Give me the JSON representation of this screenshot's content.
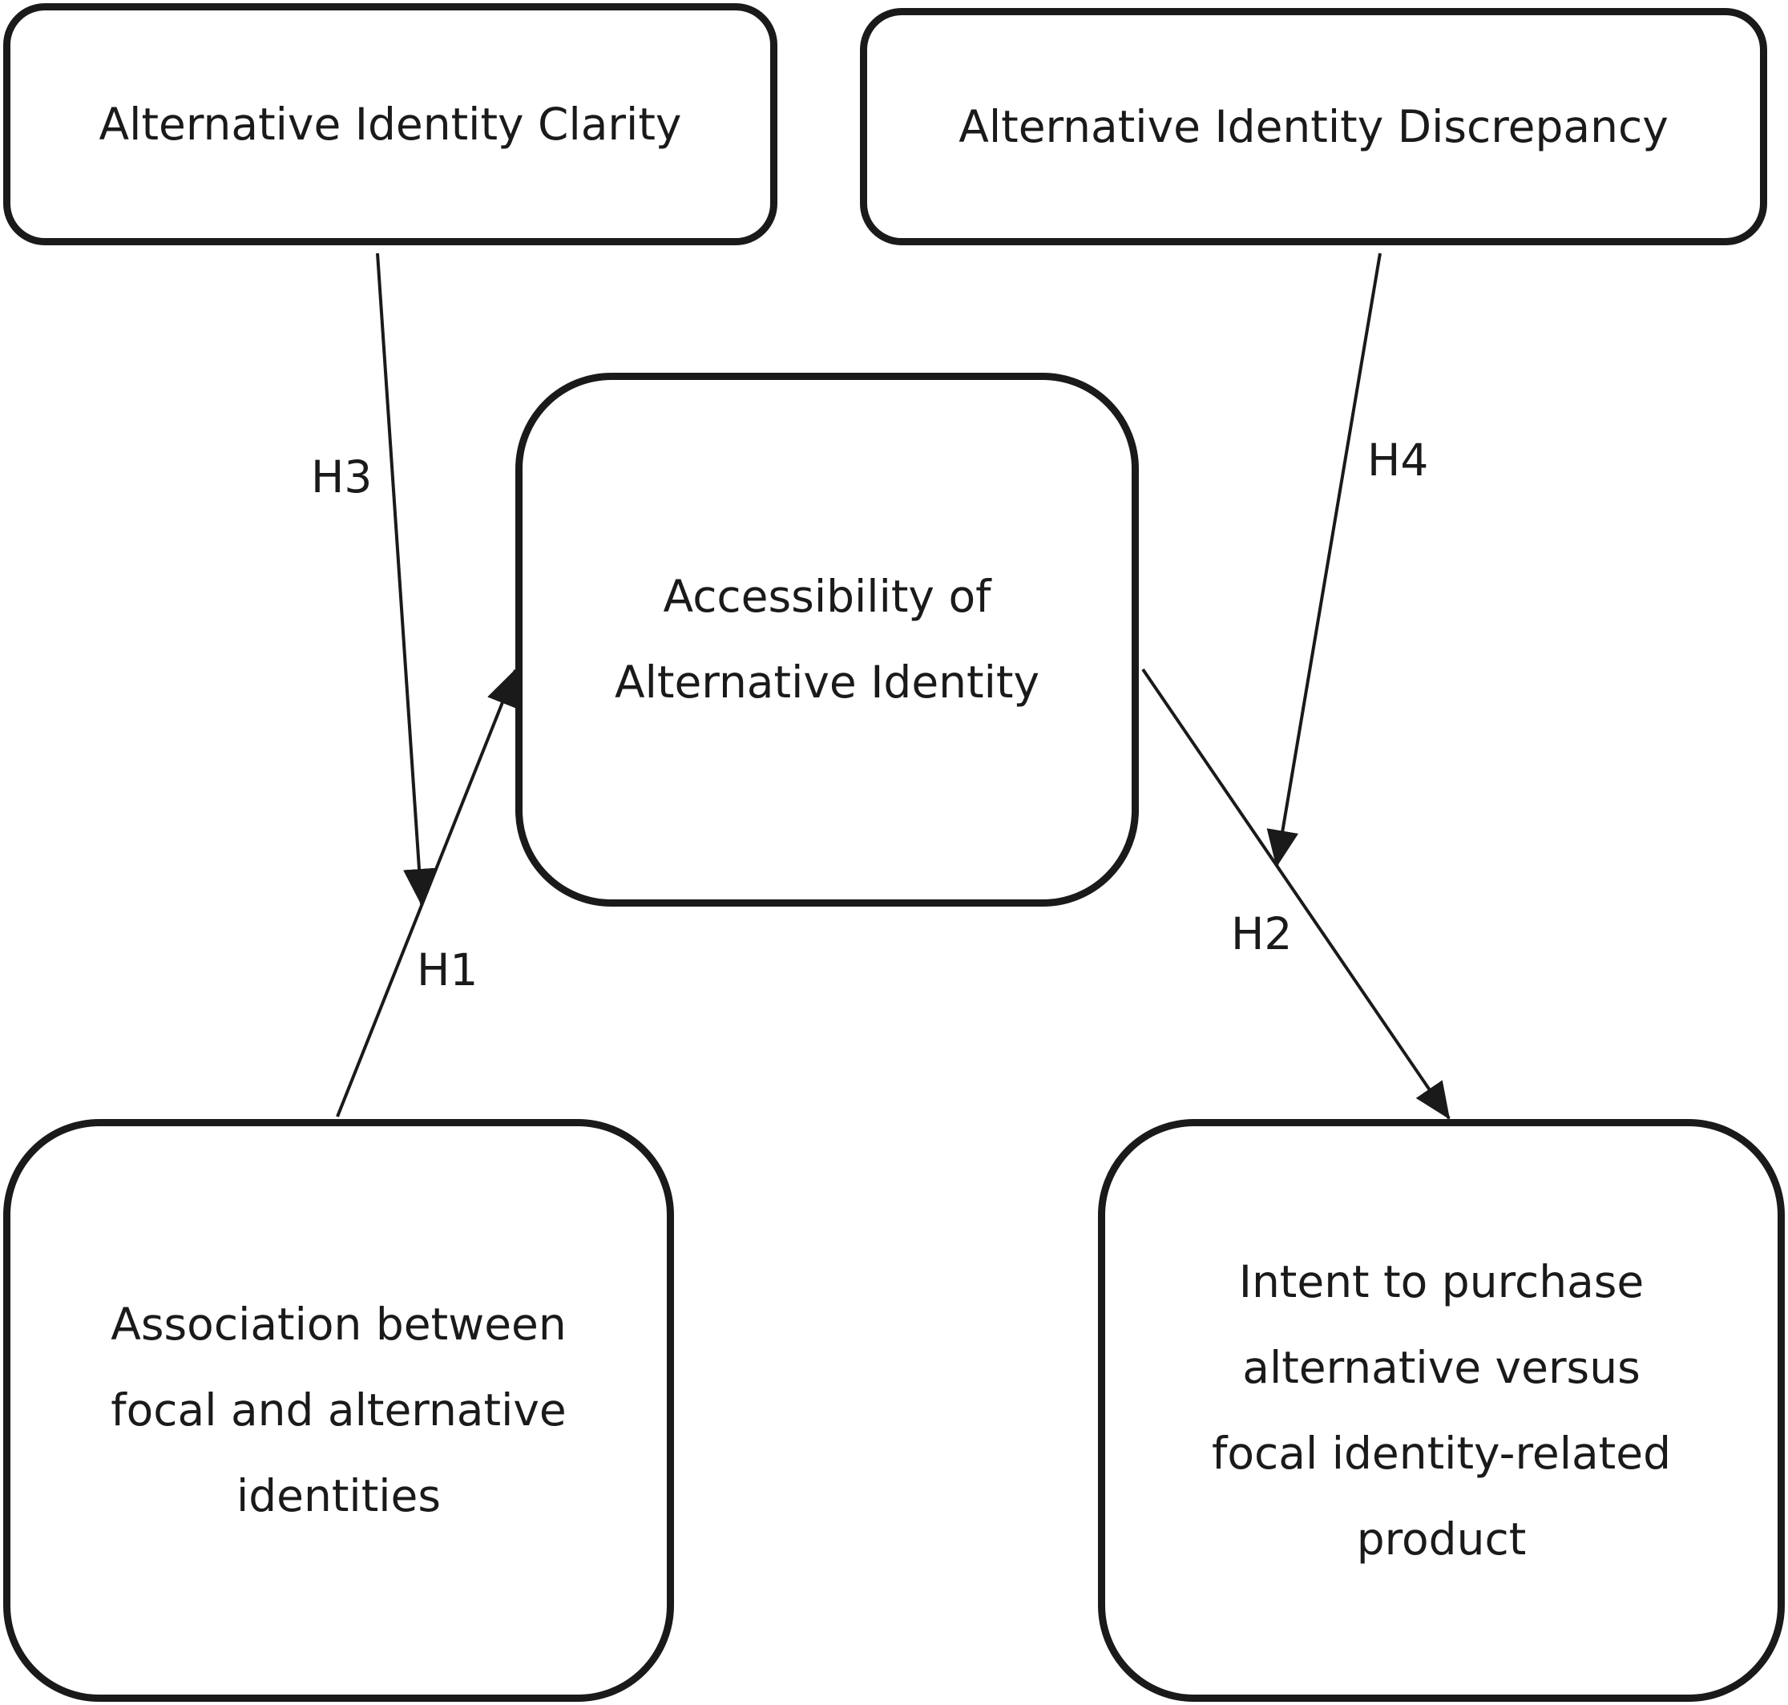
{
  "nodes": {
    "clarity": "Alternative Identity Clarity",
    "discrepancy": "Alternative Identity Discrepancy",
    "accessibility": "Accessibility of\nAlternative Identity",
    "association": "Association between\nfocal and alternative\nidentities",
    "intent": "Intent to purchase\nalternative versus\nfocal identity-related\nproduct"
  },
  "hypotheses": {
    "h1": "H1",
    "h2": "H2",
    "h3": "H3",
    "h4": "H4"
  },
  "edges": [
    {
      "from": "association",
      "to": "accessibility",
      "label": "H1"
    },
    {
      "from": "accessibility",
      "to": "intent",
      "label": "H2"
    },
    {
      "from": "clarity",
      "to": "H1 path",
      "label": "H3"
    },
    {
      "from": "discrepancy",
      "to": "H2 path",
      "label": "H4"
    }
  ],
  "colors": {
    "line": "#1a1a1a",
    "background": "#ffffff"
  }
}
